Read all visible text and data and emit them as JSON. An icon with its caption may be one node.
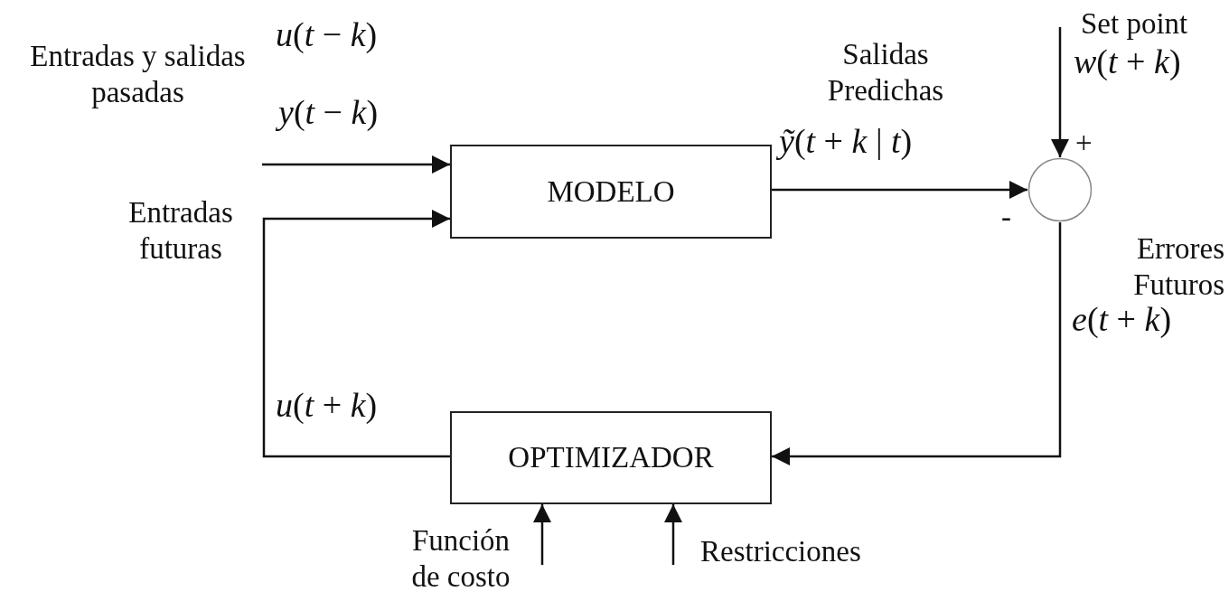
{
  "diagram": {
    "nodes": [
      {
        "text": [
          "MODELO"
        ]
      },
      {
        "text": [
          "OPTIMIZADOR"
        ]
      },
      {
        "text": [],
        "shape": "circle"
      }
    ],
    "edges": [
      {
        "from": null,
        "to": 0,
        "arrow": "to"
      },
      {
        "from": 1,
        "to": 0,
        "arrow": "to"
      },
      {
        "from": 0,
        "to": 2,
        "arrow": "to"
      },
      {
        "from": null,
        "to": 2,
        "arrow": "to"
      },
      {
        "from": 2,
        "to": 1,
        "arrow": "to"
      },
      {
        "from": null,
        "to": 1,
        "arrow": "to"
      },
      {
        "from": null,
        "to": 1,
        "arrow": "to"
      }
    ],
    "labels": [
      "Set point",
      "*w*(*t* + *k*)",
      "*u*(*t* − *k*)",
      "Entradas y salidas pasadas",
      "Salidas Predichas",
      "*y*(*t* − *k*)",
      "+",
      "*ỹ*(*t* + *k* | *t*)",
      "Entradas futuras",
      "-",
      "Errores Futuros",
      "*e*(*t* + *k*)",
      "*u*(*t* + *k*)",
      "Función de costo",
      "Restricciones"
    ]
  }
}
